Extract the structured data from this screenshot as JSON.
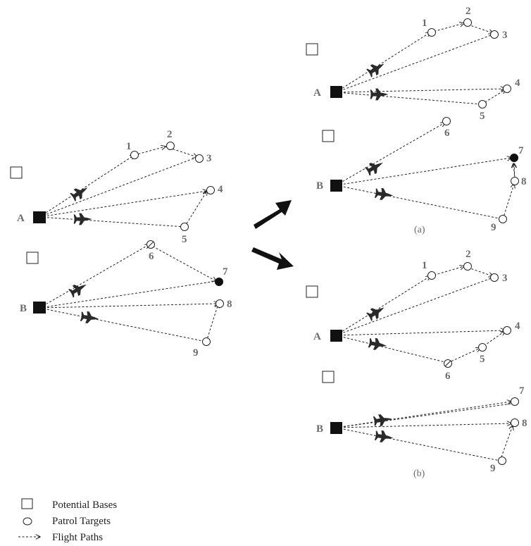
{
  "colors": {
    "ink": "#111111",
    "label": "#6b6b6b"
  },
  "panels": {
    "initial": {
      "bases": [
        "A",
        "B"
      ],
      "targets": [
        "1",
        "2",
        "3",
        "4",
        "5",
        "6",
        "7",
        "8",
        "9"
      ]
    },
    "a": {
      "caption": "(a)",
      "bases": [
        "A",
        "B"
      ],
      "targets": [
        "1",
        "2",
        "3",
        "4",
        "5",
        "6",
        "7",
        "8",
        "9"
      ]
    },
    "b": {
      "caption": "(b)",
      "bases": [
        "A",
        "B"
      ],
      "targets": [
        "1",
        "2",
        "3",
        "4",
        "5",
        "6",
        "7",
        "8",
        "9"
      ]
    }
  },
  "legend": {
    "potential_bases": "Potential Bases",
    "patrol_targets": "Patrol Targets",
    "flight_paths": "Flight Paths"
  },
  "icons": [
    "fighter-jet-icon",
    "arrow-right-icon"
  ]
}
